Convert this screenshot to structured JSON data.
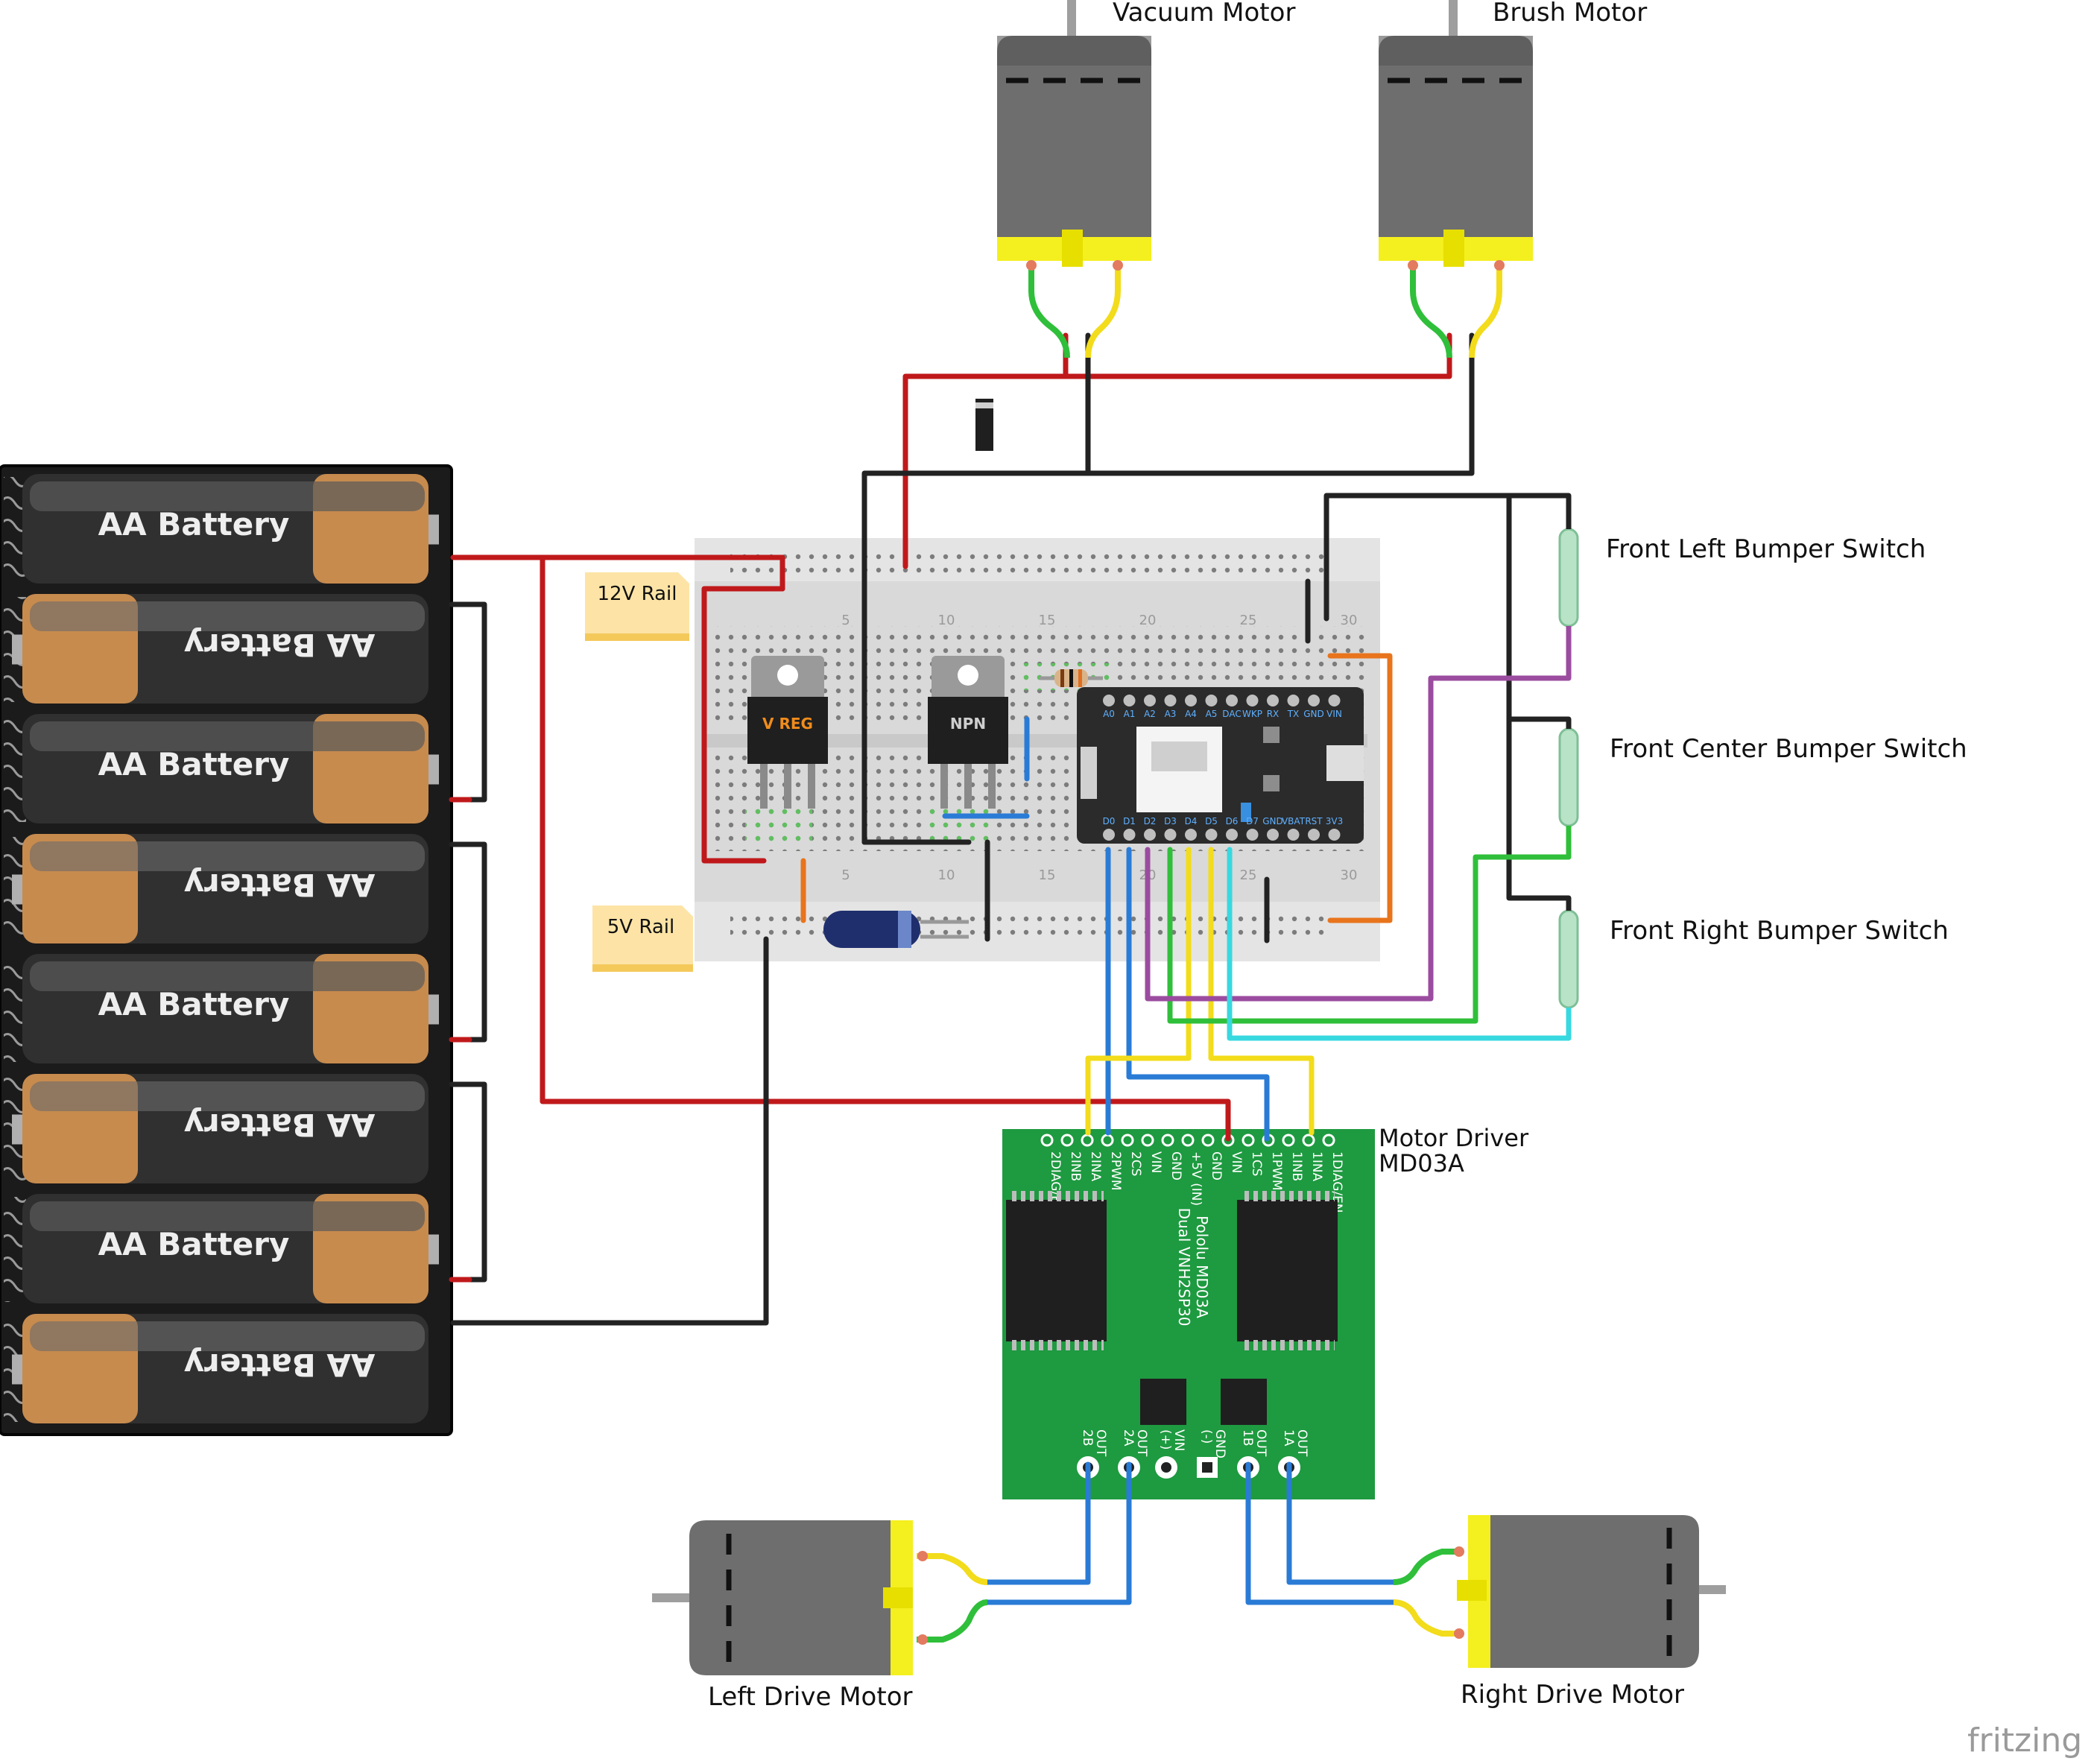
{
  "labels": {
    "vacuum_motor": "Vacuum Motor",
    "brush_motor": "Brush Motor",
    "front_left_switch": "Front Left Bumper Switch",
    "front_center_switch": "Front Center Bumper Switch",
    "front_right_switch": "Front Right Bumper Switch",
    "rail_12v": "12V Rail",
    "rail_5v": "5V Rail",
    "motor_driver_line1": "Motor Driver",
    "motor_driver_line2": "MD03A",
    "left_drive_motor": "Left Drive Motor",
    "right_drive_motor": "Right Drive Motor",
    "watermark": "fritzing"
  },
  "batteries": [
    "AA Battery",
    "AA Battery",
    "AA Battery",
    "AA Battery",
    "AA Battery",
    "AA Battery",
    "AA Battery",
    "AA Battery"
  ],
  "breadboard": {
    "column_numbers": [
      "5",
      "10",
      "15",
      "20",
      "25",
      "30"
    ],
    "regulator_label": "V REG",
    "transistor_label": "NPN"
  },
  "photon": {
    "top_pins": [
      "A0",
      "A1",
      "A2",
      "A3",
      "A4",
      "A5",
      "DAC",
      "WKP",
      "RX",
      "TX",
      "GND",
      "VIN"
    ],
    "bottom_pins": [
      "D0",
      "D1",
      "D2",
      "D3",
      "D4",
      "D5",
      "D6",
      "D7",
      "GND",
      "VBAT",
      "RST",
      "3V3"
    ]
  },
  "driver": {
    "top_pins": [
      "2DIAG/EN",
      "2INB",
      "2INA",
      "2PWM",
      "2CS",
      "VIN",
      "GND",
      "+5V (IN)",
      "GND",
      "VIN",
      "1CS",
      "1PWM",
      "1INB",
      "1INA",
      "1DIAG/EN"
    ],
    "board_text_1": "Pololu MD03A",
    "board_text_2": "Dual VNH2SP30",
    "bottom_pins": [
      "OUT 2B",
      "OUT 2A",
      "VIN (+)",
      "GND (-)",
      "OUT 1B",
      "OUT 1A"
    ]
  },
  "colors": {
    "wire_red": "#c0191b",
    "wire_black": "#222222",
    "wire_blue": "#2a7bd6",
    "wire_yellow": "#f2dc1b",
    "wire_green": "#2fbf3a",
    "wire_purple": "#9b4c9f",
    "wire_cyan": "#38d8e0",
    "wire_orange": "#e8741c",
    "board_green": "#1e9a40",
    "motor_gray": "#6e6e6e",
    "motor_yellow": "#f4ef1e"
  }
}
